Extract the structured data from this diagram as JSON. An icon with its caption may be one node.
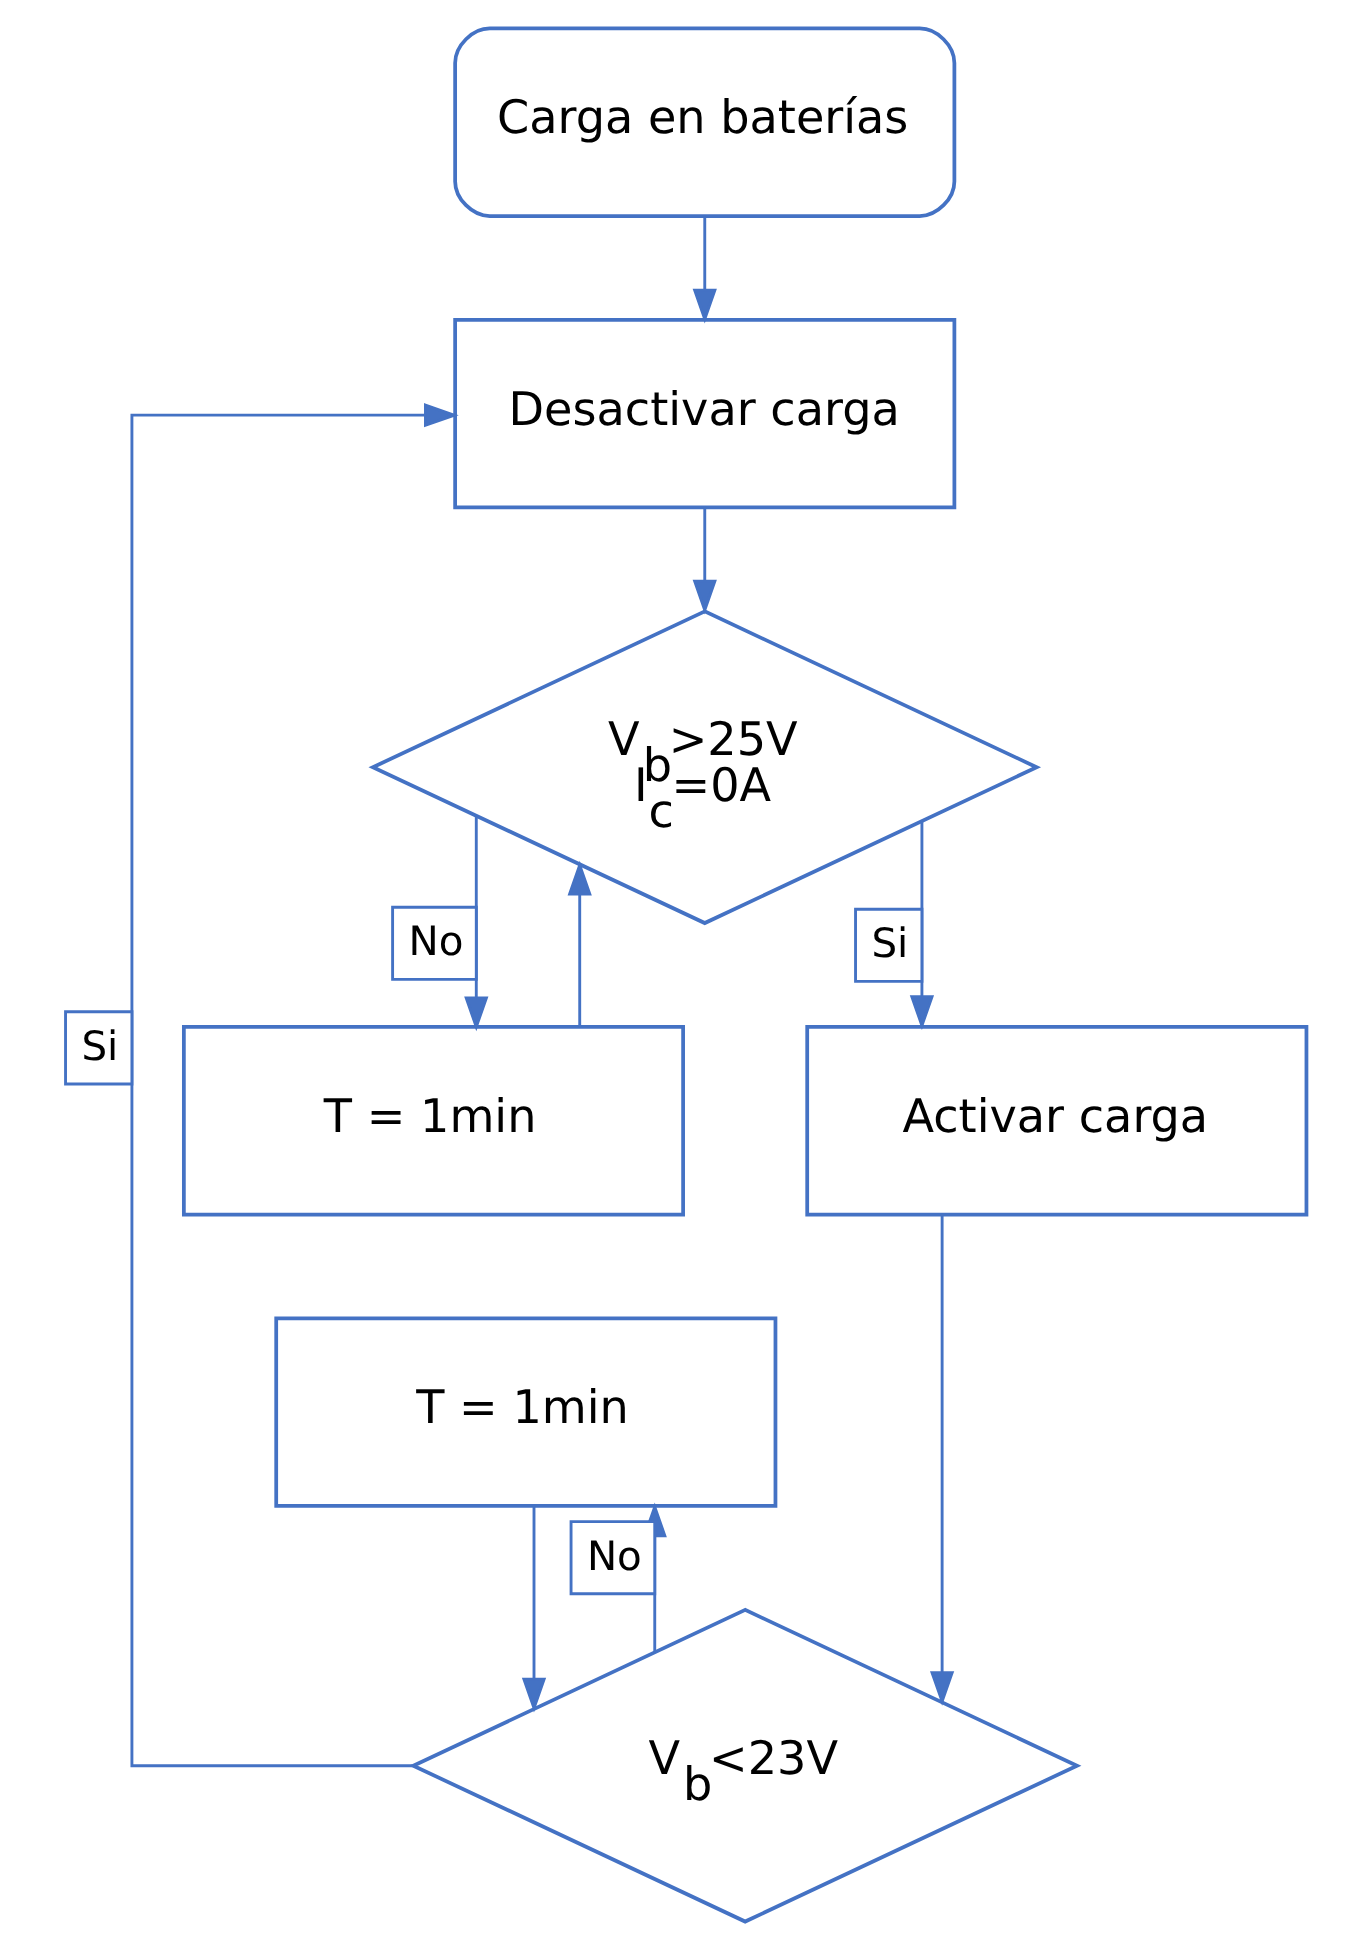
{
  "diagram": {
    "nodes": [
      {
        "text": [
          "Carga en baterías"
        ]
      },
      {
        "text": [
          "Desactivar carga"
        ]
      },
      {
        "text": [
          "V$_{b}$>25V",
          "I$_{c}$=0A"
        ]
      },
      {
        "text": [
          "T = 1min"
        ]
      },
      {
        "text": [
          "Activar carga"
        ]
      },
      {
        "text": [
          "T = 1min"
        ]
      },
      {
        "text": [
          "V$_{b}$<23V"
        ]
      }
    ],
    "edges": [
      {
        "from": 0,
        "to": 1,
        "arrow": "to"
      },
      {
        "from": 1,
        "to": 2,
        "arrow": "to"
      },
      {
        "from": 2,
        "to": 4,
        "arrow": "to",
        "label": "Si"
      },
      {
        "from": 2,
        "to": 3,
        "arrow": "to",
        "label": "No"
      },
      {
        "from": 3,
        "to": 2,
        "arrow": "to"
      },
      {
        "from": 4,
        "to": 6,
        "arrow": "to"
      },
      {
        "from": 5,
        "to": 6,
        "arrow": "to"
      },
      {
        "from": 6,
        "to": 5,
        "arrow": "to",
        "label": "No"
      },
      {
        "from": 6,
        "to": 1,
        "arrow": "to",
        "label": "Si"
      }
    ]
  }
}
